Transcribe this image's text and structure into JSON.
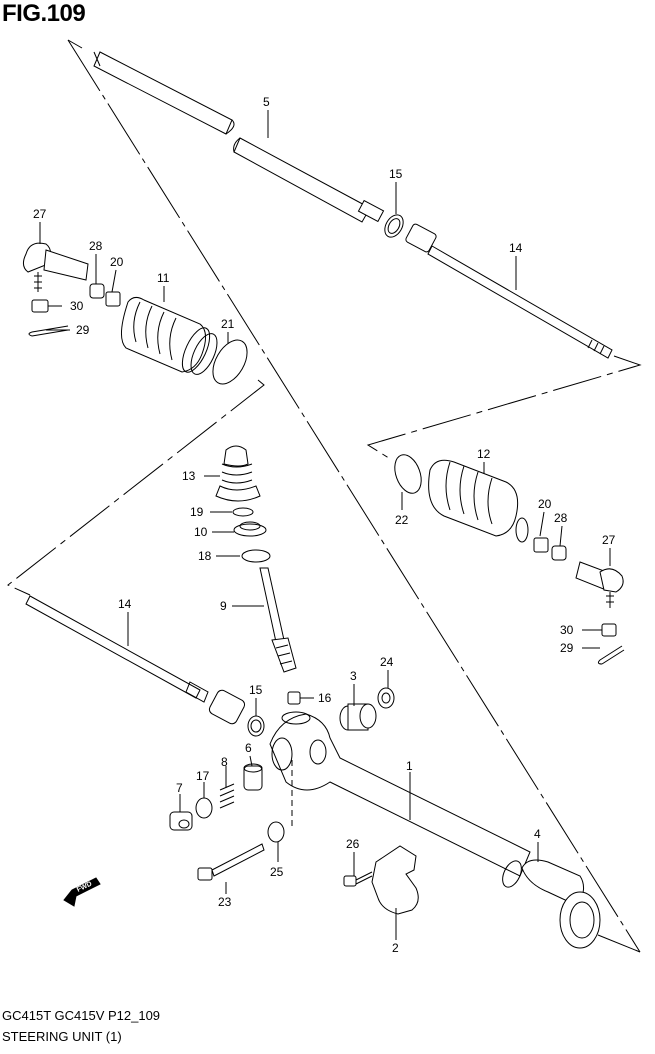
{
  "figure": {
    "title": "FIG.109"
  },
  "footer": {
    "model_line": "GC415T GC415V P12_109",
    "caption": "STEERING UNIT (1)"
  },
  "direction_badge": {
    "text": "FWD"
  },
  "callouts": [
    {
      "id": "c5",
      "text": "5"
    },
    {
      "id": "c15a",
      "text": "15"
    },
    {
      "id": "c14a",
      "text": "14"
    },
    {
      "id": "c27a",
      "text": "27"
    },
    {
      "id": "c28a",
      "text": "28"
    },
    {
      "id": "c20a",
      "text": "20"
    },
    {
      "id": "c11",
      "text": "11"
    },
    {
      "id": "c30a",
      "text": "30"
    },
    {
      "id": "c29a",
      "text": "29"
    },
    {
      "id": "c21",
      "text": "21"
    },
    {
      "id": "c12",
      "text": "12"
    },
    {
      "id": "c22",
      "text": "22"
    },
    {
      "id": "c20b",
      "text": "20"
    },
    {
      "id": "c28b",
      "text": "28"
    },
    {
      "id": "c27b",
      "text": "27"
    },
    {
      "id": "c30b",
      "text": "30"
    },
    {
      "id": "c29b",
      "text": "29"
    },
    {
      "id": "c13",
      "text": "13"
    },
    {
      "id": "c19",
      "text": "19"
    },
    {
      "id": "c10",
      "text": "10"
    },
    {
      "id": "c18",
      "text": "18"
    },
    {
      "id": "c9",
      "text": "9"
    },
    {
      "id": "c14b",
      "text": "14"
    },
    {
      "id": "c15b",
      "text": "15"
    },
    {
      "id": "c16",
      "text": "16"
    },
    {
      "id": "c3",
      "text": "3"
    },
    {
      "id": "c24",
      "text": "24"
    },
    {
      "id": "c6",
      "text": "6"
    },
    {
      "id": "c8",
      "text": "8"
    },
    {
      "id": "c17",
      "text": "17"
    },
    {
      "id": "c7",
      "text": "7"
    },
    {
      "id": "c1",
      "text": "1"
    },
    {
      "id": "c4",
      "text": "4"
    },
    {
      "id": "c26",
      "text": "26"
    },
    {
      "id": "c25",
      "text": "25"
    },
    {
      "id": "c23",
      "text": "23"
    },
    {
      "id": "c2",
      "text": "2"
    }
  ]
}
